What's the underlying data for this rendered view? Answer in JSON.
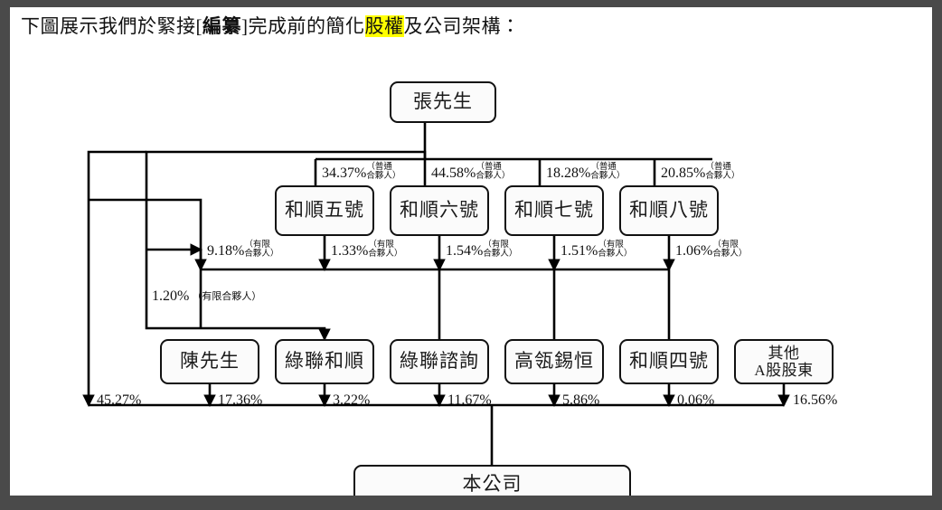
{
  "page": {
    "border_color": "#4a4a4a",
    "background": "#ffffff",
    "highlight_color": "#ffff00"
  },
  "heading": {
    "part1": "下圖展示我們於緊接[",
    "bold": "編纂",
    "part2": "]完成前的簡化",
    "highlight": "股權",
    "part3": "及公司架構："
  },
  "diagram": {
    "type": "org-chart",
    "root": {
      "id": "zhang",
      "label": "張先生"
    },
    "level2": [
      {
        "id": "heshun5",
        "label": "和順五號"
      },
      {
        "id": "heshun6",
        "label": "和順六號"
      },
      {
        "id": "heshun7",
        "label": "和順七號"
      },
      {
        "id": "heshun8",
        "label": "和順八號"
      }
    ],
    "level3": [
      {
        "id": "chen",
        "label": "陳先生"
      },
      {
        "id": "lvlianhs",
        "label": "綠聯和順"
      },
      {
        "id": "lvlianzx",
        "label": "綠聯諮詢"
      },
      {
        "id": "gaolingxh",
        "label": "高瓴錫恒"
      },
      {
        "id": "heshun4",
        "label": "和順四號"
      },
      {
        "id": "othera",
        "label": "其他\nA股股東"
      }
    ],
    "company": {
      "id": "company",
      "label": "本公司"
    },
    "edges_root_to_level2": [
      {
        "target": "heshun5",
        "pct": "34.37%",
        "note": "（普通\n合夥人）"
      },
      {
        "target": "heshun6",
        "pct": "44.58%",
        "note": "（普通\n合夥人）"
      },
      {
        "target": "heshun7",
        "pct": "18.28%",
        "note": "（普通\n合夥人）"
      },
      {
        "target": "heshun8",
        "pct": "20.85%",
        "note": "（普通\n合夥人）"
      }
    ],
    "edges_level2_down": [
      {
        "source": "zhang",
        "pct": "9.18%",
        "note": "（有限\n合夥人）"
      },
      {
        "source": "heshun5",
        "pct": "1.33%",
        "note": "（有限\n合夥人）"
      },
      {
        "source": "heshun6",
        "pct": "1.54%",
        "note": "（有限\n合夥人）"
      },
      {
        "source": "heshun7",
        "pct": "1.51%",
        "note": "（有限\n合夥人）"
      },
      {
        "source": "heshun8",
        "pct": "1.06%",
        "note": "（有限\n合夥人）"
      }
    ],
    "edge_chen_to_lvlianhs": {
      "pct": "1.20%",
      "note": "（有限合夥人）"
    },
    "edges_to_company": [
      {
        "source": "zhang",
        "pct": "45.27%"
      },
      {
        "source": "chen",
        "pct": "17.36%"
      },
      {
        "source": "lvlianhs",
        "pct": "3.22%"
      },
      {
        "source": "lvlianzx",
        "pct": "11.67%"
      },
      {
        "source": "gaolingxh",
        "pct": "5.86%"
      },
      {
        "source": "heshun4",
        "pct": "0.06%"
      },
      {
        "source": "othera",
        "pct": "16.56%"
      }
    ]
  }
}
